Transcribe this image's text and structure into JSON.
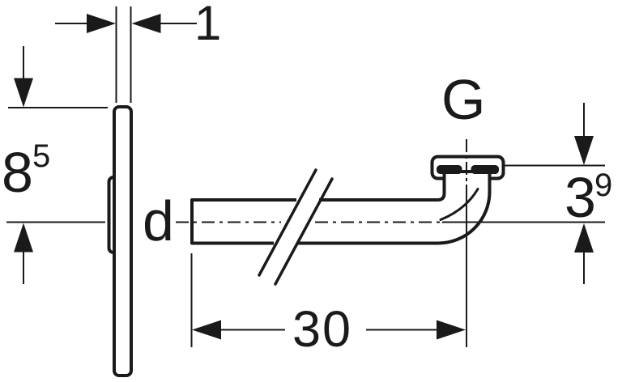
{
  "drawing": {
    "description": "Technical dimension drawing of a wall-mounted outlet bend pipe with cover plate and union nut thread connection",
    "background_color": "#ffffff",
    "line_color": "#1a1a1a",
    "labels": {
      "plate_thickness": "1",
      "inlet_height_main": "8",
      "inlet_height_sup": "5",
      "pipe_diameter": "d",
      "thread": "G",
      "outlet_offset_main": "3",
      "outlet_offset_sup": "9",
      "pipe_length": "30"
    }
  }
}
